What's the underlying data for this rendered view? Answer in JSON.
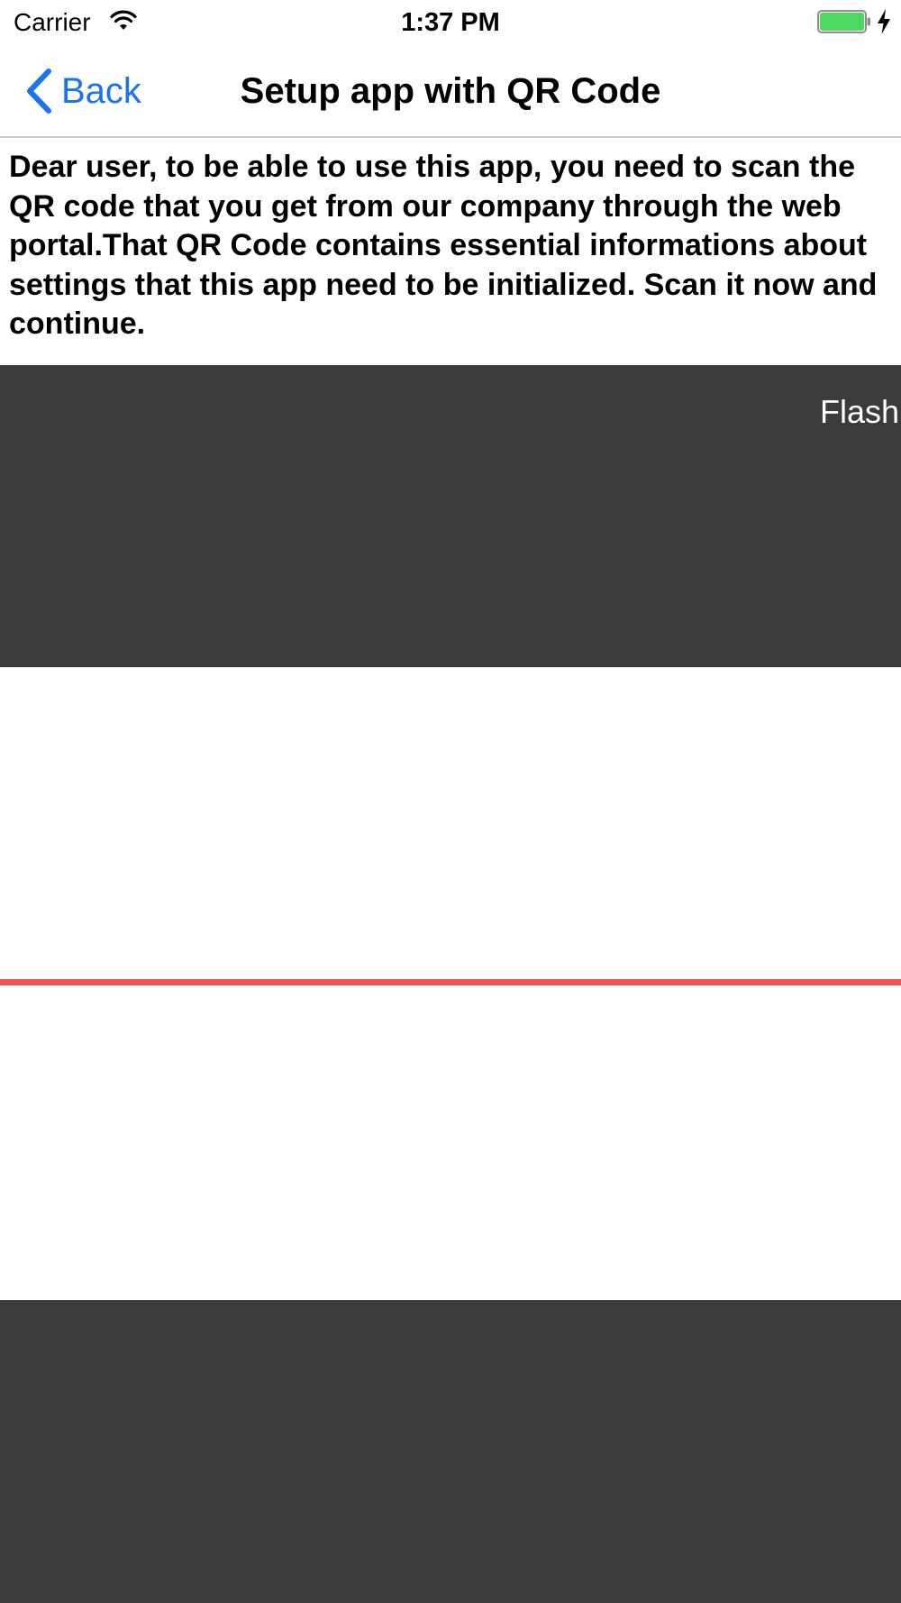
{
  "status_bar": {
    "carrier": "Carrier",
    "time": "1:37 PM",
    "wifi_icon": "wifi-icon",
    "battery_icon": "battery-icon",
    "charging_icon": "charging-bolt-icon",
    "battery_level": 1.0,
    "battery_color": "#4cd964"
  },
  "nav": {
    "back_label": "Back",
    "back_icon": "chevron-left-icon",
    "title": "Setup app with QR Code",
    "accent_color": "#1a73f0"
  },
  "instructions": {
    "text": "Dear user, to be able to use this app, you need to scan the QR code that you get from our company through the web portal.That QR Code contains essential informations about settings that this app need to be initialized. Scan it now and continue."
  },
  "scanner": {
    "flash_label": "Flash",
    "overlay_color": "#3b3b3b",
    "scan_line_color": "#f0525a"
  }
}
